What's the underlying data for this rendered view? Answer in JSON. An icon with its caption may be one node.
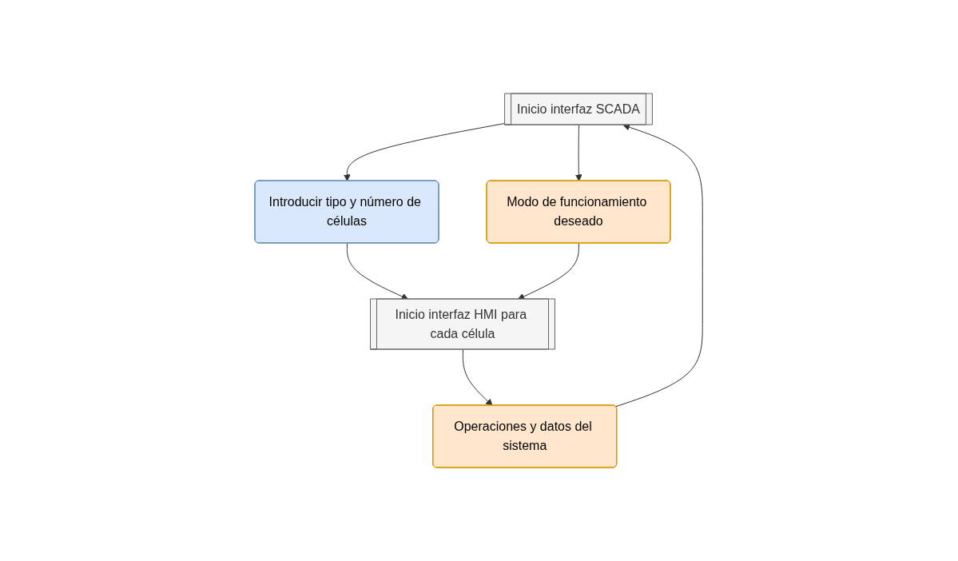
{
  "diagram": {
    "nodes": [
      {
        "text": [
          "Inicio interfaz SCADA"
        ]
      },
      {
        "text": [
          "Modo de funcionamiento deseado"
        ]
      },
      {
        "text": [
          "Introducir tipo y número de células"
        ]
      },
      {
        "text": [
          "Operaciones y datos del sistema"
        ]
      },
      {
        "text": [
          "Inicio interfaz HMI para cada célula"
        ]
      }
    ],
    "edges": [
      {
        "from": 0,
        "to": 1,
        "arrow": "to"
      },
      {
        "from": 0,
        "to": 2,
        "arrow": "to"
      },
      {
        "from": 2,
        "to": 4,
        "arrow": "to"
      },
      {
        "from": 1,
        "to": 4,
        "arrow": "to"
      },
      {
        "from": 4,
        "to": 3,
        "arrow": "to"
      },
      {
        "from": 3,
        "to": 0,
        "arrow": "to"
      }
    ]
  }
}
